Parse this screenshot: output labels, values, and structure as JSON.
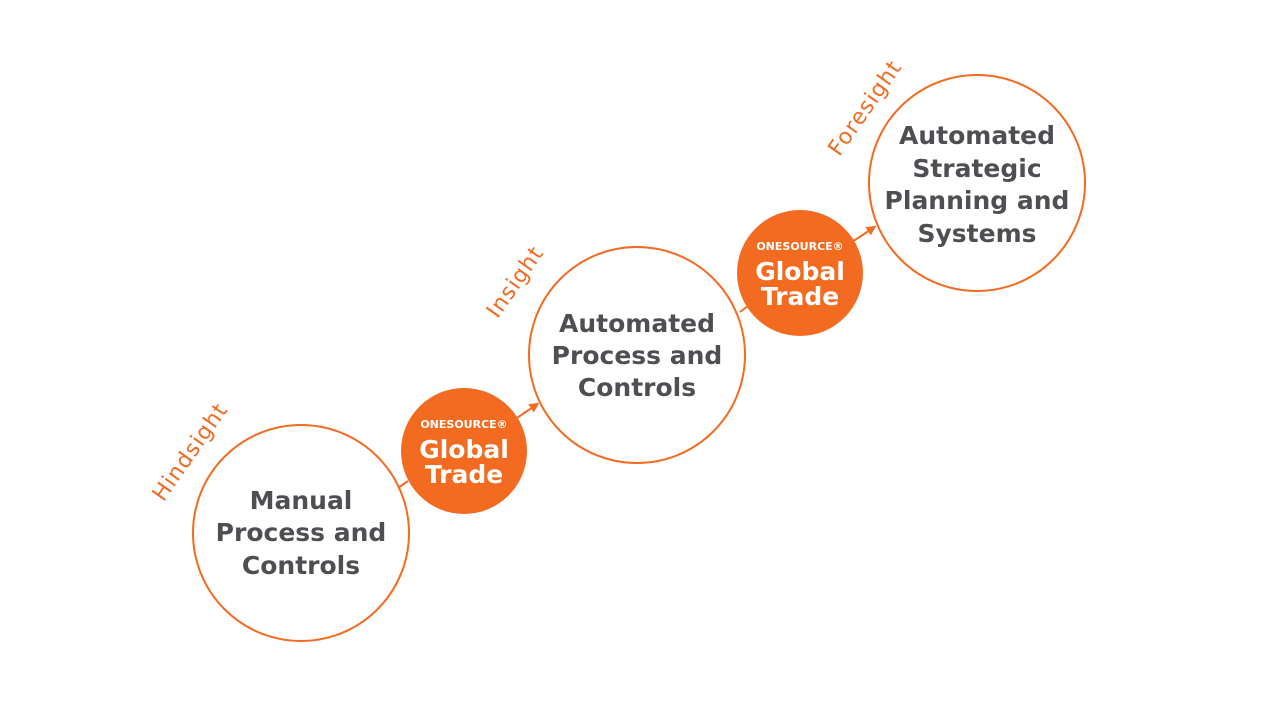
{
  "colors": {
    "accent": "#f26b21",
    "text": "#4d4f53",
    "background": "#ffffff"
  },
  "stages": [
    {
      "lines": [
        "Manual",
        "Process and",
        "Controls"
      ],
      "phase": "Hindsight"
    },
    {
      "lines": [
        "Automated",
        "Process and",
        "Controls"
      ],
      "phase": "Insight"
    },
    {
      "lines": [
        "Automated",
        "Strategic",
        "Planning and",
        "Systems"
      ],
      "phase": "Foresight"
    }
  ],
  "badges": [
    {
      "brand": "ONESOURCE®",
      "product": [
        "Global",
        "Trade"
      ]
    },
    {
      "brand": "ONESOURCE®",
      "product": [
        "Global",
        "Trade"
      ]
    }
  ]
}
